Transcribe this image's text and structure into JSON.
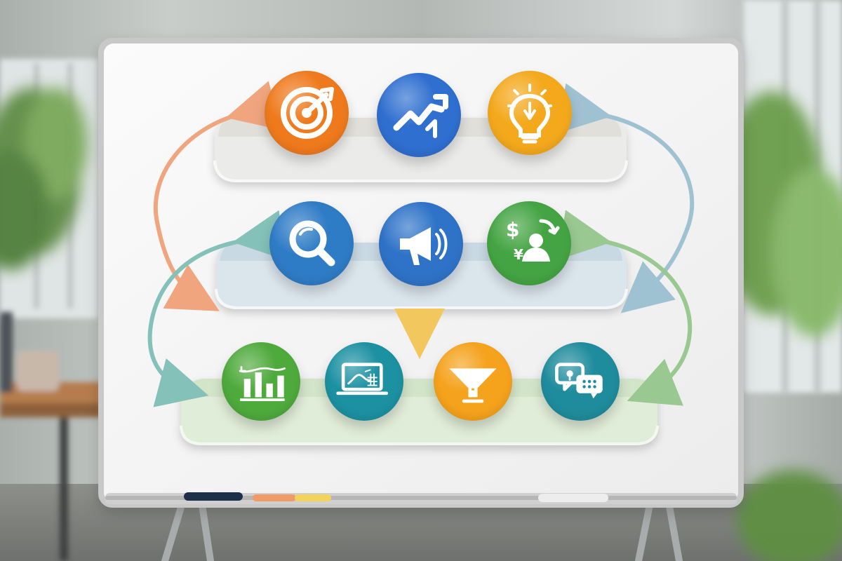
{
  "scene": {
    "colors": {
      "board": "#f5f5f4",
      "frame": "#c9c9c9",
      "wall": "#b8bcb7",
      "window": "#dfe6e7",
      "plant": "#6f9b4f",
      "desk": "#b87e4e"
    }
  },
  "whiteboard": {
    "tiers": [
      {
        "name": "top",
        "color": "#e6e6e0",
        "icons": [
          {
            "name": "target-icon",
            "color": "#ef7a1d"
          },
          {
            "name": "growth-chart-icon",
            "color": "#2f6fd0"
          },
          {
            "name": "lightbulb-icon",
            "color": "#f4a91d"
          }
        ]
      },
      {
        "name": "middle",
        "color": "#dbe6ee",
        "icons": [
          {
            "name": "magnifier-icon",
            "color": "#2f7cc6"
          },
          {
            "name": "megaphone-icon",
            "color": "#2f73c8"
          },
          {
            "name": "money-people-icon",
            "color": "#44a443"
          }
        ]
      },
      {
        "name": "bottom",
        "color": "#dfecd7",
        "icons": [
          {
            "name": "bar-chart-icon",
            "color": "#4faa3c"
          },
          {
            "name": "laptop-chart-icon",
            "color": "#1c91a2"
          },
          {
            "name": "funnel-icon",
            "color": "#f5a21c"
          },
          {
            "name": "chat-bubbles-icon",
            "color": "#1f8c9d"
          }
        ]
      }
    ],
    "arrows": [
      {
        "name": "orange-loop-arrow",
        "color": "#f0a57f"
      },
      {
        "name": "blue-loop-arrow",
        "color": "#9fc2d2"
      },
      {
        "name": "teal-loop-arrow",
        "color": "#84c1b9"
      },
      {
        "name": "green-loop-arrow",
        "color": "#99c891"
      },
      {
        "name": "yellow-down-arrow",
        "color": "#f2c85e"
      }
    ],
    "markers": [
      {
        "name": "navy-marker",
        "color": "#1d2f49"
      },
      {
        "name": "orange-marker",
        "color": "#f19b69"
      },
      {
        "name": "yellow-marker",
        "color": "#f3d35a"
      },
      {
        "name": "white-marker",
        "color": "#ededed"
      }
    ]
  }
}
